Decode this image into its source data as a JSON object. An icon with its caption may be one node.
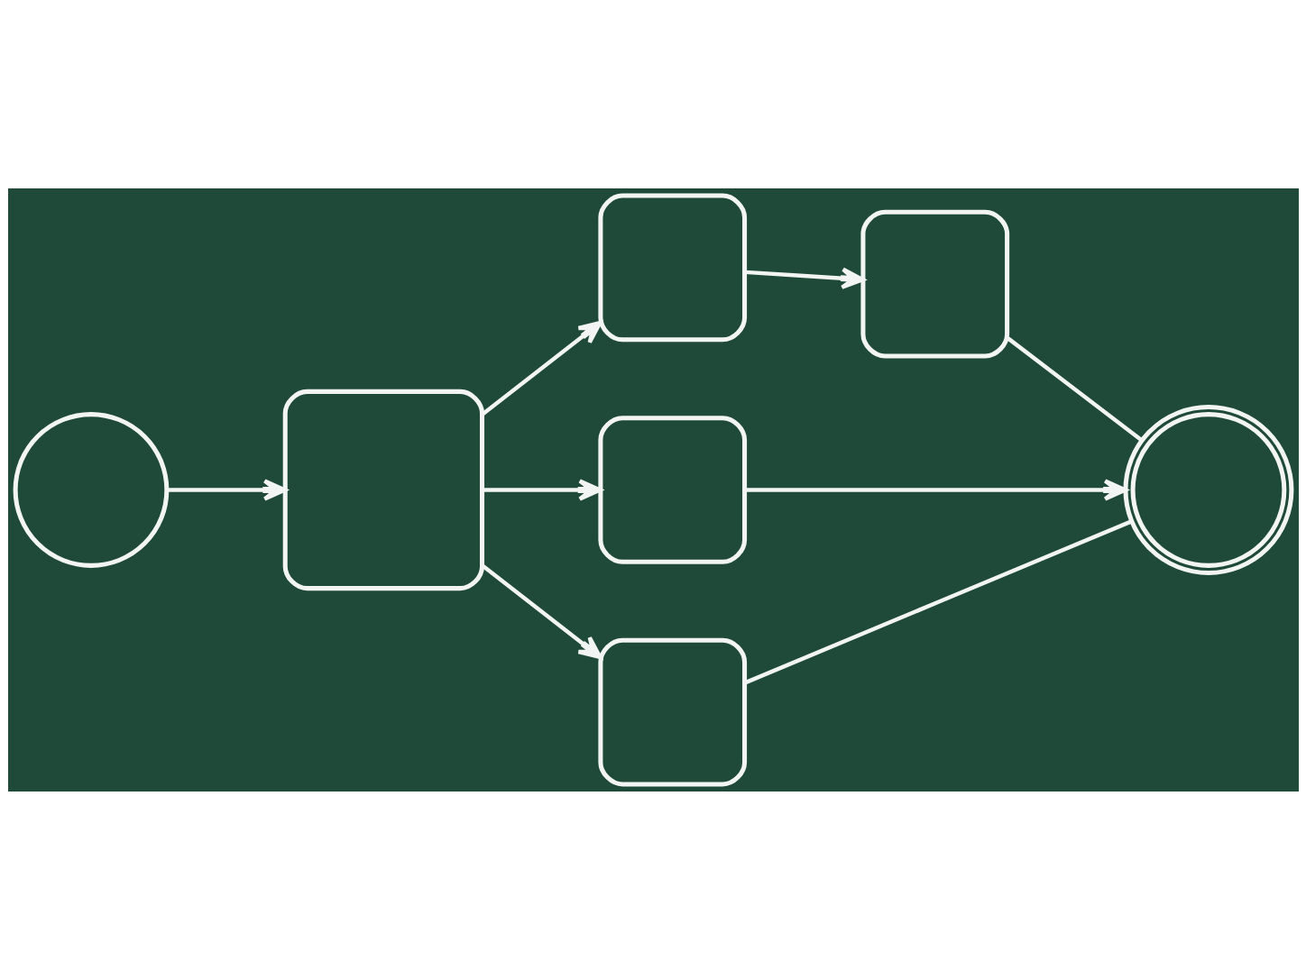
{
  "diagram": {
    "nodes": [
      {
        "text": [],
        "shape": "circle"
      },
      {
        "text": [],
        "shape": "box"
      },
      {
        "text": [],
        "shape": "box"
      },
      {
        "text": [],
        "shape": "box"
      },
      {
        "text": [],
        "shape": "box"
      },
      {
        "text": [],
        "shape": "box"
      },
      {
        "text": [],
        "shape": "circle"
      }
    ],
    "edges": [
      {
        "from": 0,
        "to": 1,
        "arrow": "to"
      },
      {
        "from": 1,
        "to": 2,
        "arrow": "to"
      },
      {
        "from": 1,
        "to": 4,
        "arrow": "to"
      },
      {
        "from": 1,
        "to": 5,
        "arrow": "to"
      },
      {
        "from": 2,
        "to": 3,
        "arrow": "to"
      },
      {
        "from": 3,
        "to": 6,
        "arrow": "none"
      },
      {
        "from": 4,
        "to": 6,
        "arrow": "to"
      },
      {
        "from": 5,
        "to": 6,
        "arrow": "none"
      }
    ]
  }
}
